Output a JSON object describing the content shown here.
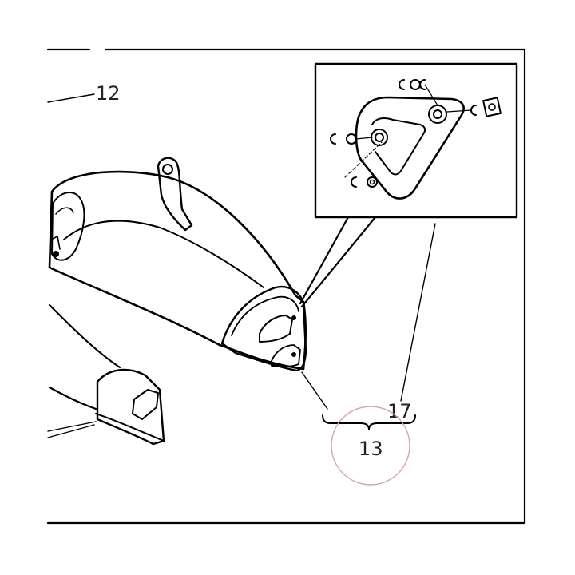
{
  "diagram": {
    "callouts": {
      "part_12": "12",
      "part_17": "17",
      "part_13": "13"
    },
    "colors": {
      "line": "#000000",
      "highlight_circle": "#d9a3ad",
      "background": "#ffffff"
    }
  }
}
